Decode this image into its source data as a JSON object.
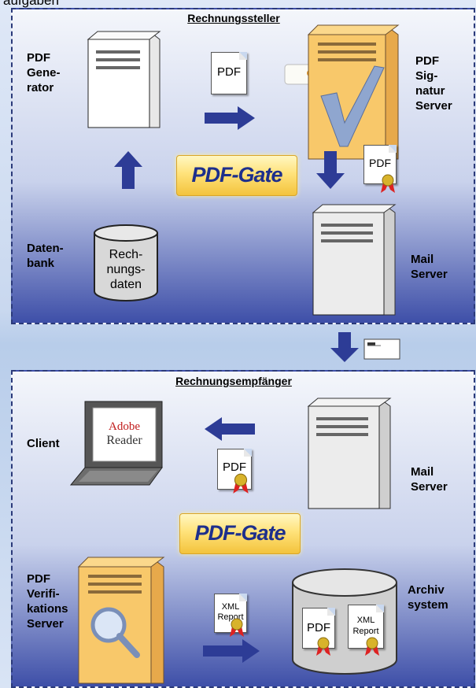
{
  "top_caption": "aufgaben",
  "panel_top": {
    "title": "Rechnungssteller",
    "pdf_generator_label": [
      "PDF",
      "Gene-",
      "rator"
    ],
    "pdf_signatur_label": [
      "PDF",
      "Sig-",
      "natur",
      "Server"
    ],
    "datenbank_label": [
      "Daten-",
      "bank"
    ],
    "db_text": [
      "Rech-",
      "nungs-",
      "daten"
    ],
    "mail_server_label": [
      "Mail",
      "Server"
    ],
    "pdf_doc": "PDF",
    "signed_pdf": "PDF",
    "gate_logo": "PDF-Gate"
  },
  "panel_bottom": {
    "title": "Rechnungsempfänger",
    "client_label": "Client",
    "reader_brand": "Adobe",
    "reader_name": "Reader",
    "signed_pdf": "PDF",
    "mail_server_label": [
      "Mail",
      "Server"
    ],
    "gate_logo": "PDF-Gate",
    "verif_label": [
      "PDF",
      "Verifi-",
      "kations",
      "Server"
    ],
    "xml_report": [
      "XML",
      "Report"
    ],
    "archiv_label": [
      "Archiv",
      "system"
    ],
    "archiv_pdf": "PDF",
    "archiv_xml": [
      "XML",
      "Report"
    ]
  },
  "colors": {
    "arrow": "#2d3c96",
    "panel_border": "#2b3a7a",
    "server_gold": "#f8c86a",
    "gate_text": "#1d2f8c"
  }
}
